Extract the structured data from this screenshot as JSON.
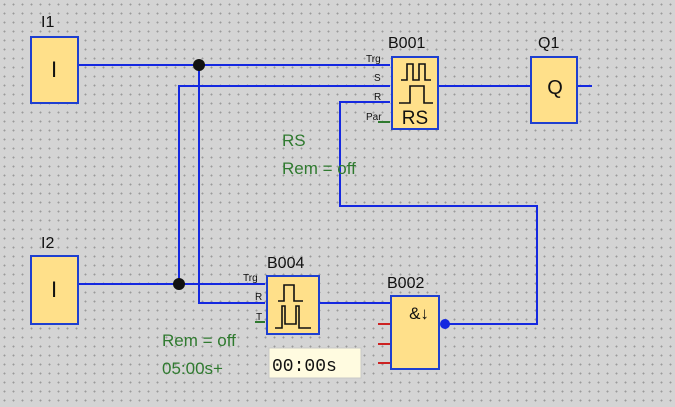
{
  "blocks": {
    "i1": {
      "name": "I1",
      "symbol": "I"
    },
    "i2": {
      "name": "I2",
      "symbol": "I"
    },
    "q1": {
      "name": "Q1",
      "symbol": "Q"
    },
    "b001": {
      "name": "B001",
      "symbol": "RS",
      "pins": {
        "trg": "Trg",
        "s": "S",
        "r": "R",
        "par": "Par"
      }
    },
    "b004": {
      "name": "B004",
      "pins": {
        "trg": "Trg",
        "r": "R",
        "t": "T"
      }
    },
    "b002": {
      "name": "B002",
      "symbol": "&↓"
    }
  },
  "annotations": {
    "b001_type": "RS",
    "b001_rem": "Rem = off",
    "b004_rem": "Rem = off",
    "b004_time": "05:00s+"
  },
  "timer_display": "00:00s",
  "colors": {
    "wire": "#1428e0",
    "block_fill": "#ffe08a",
    "block_border": "#1e3fd0",
    "annotation": "#2f7a2f",
    "unconnected_pin": "#cc2222",
    "background": "#d4d4d4"
  }
}
